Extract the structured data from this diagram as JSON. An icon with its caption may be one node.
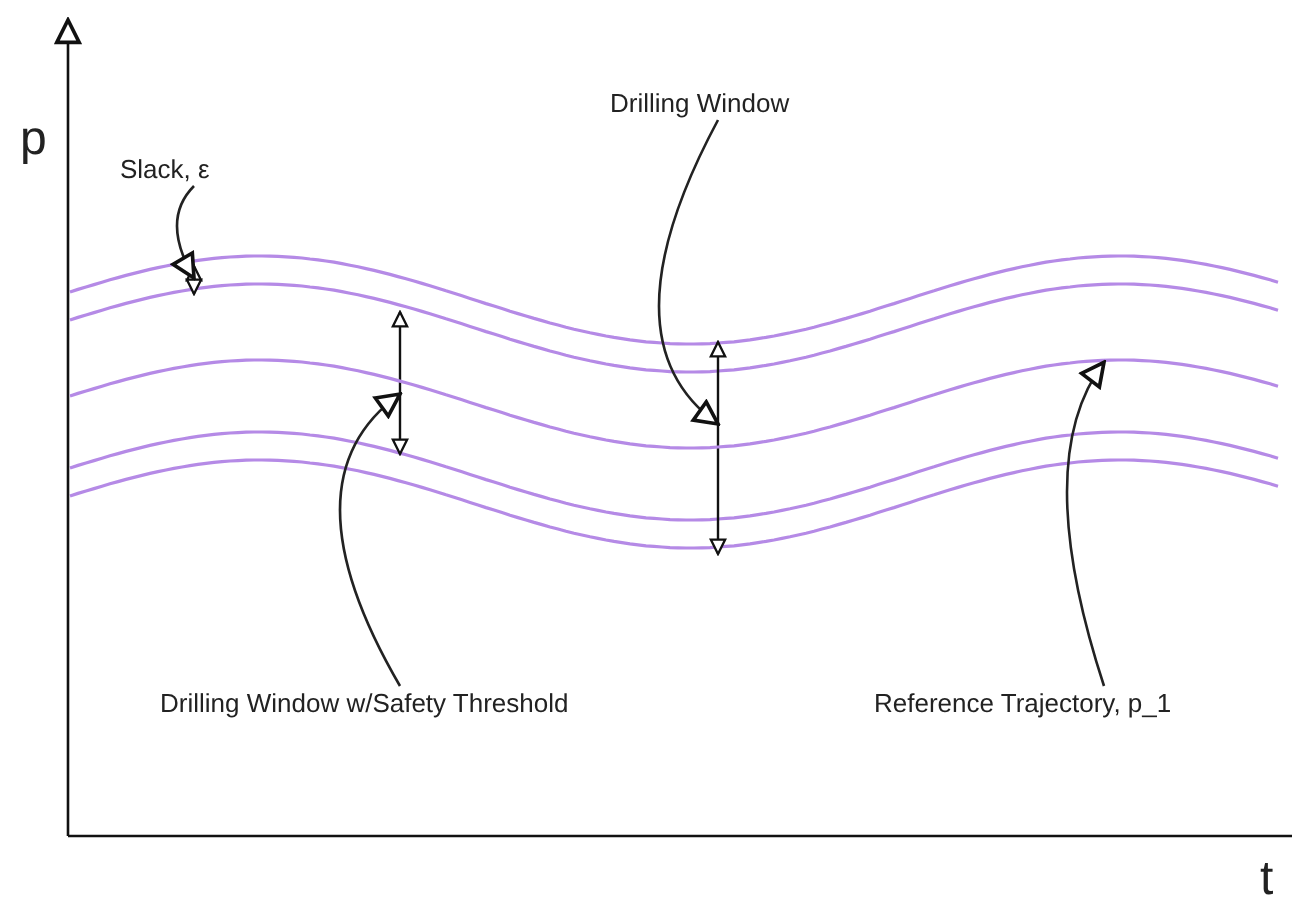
{
  "diagram": {
    "nodes": [
      {
        "text": [
          "Slack, ε"
        ]
      },
      {
        "text": [
          "Drilling Window"
        ]
      },
      {
        "text": [
          "Drilling Window w/Safety Threshold"
        ]
      },
      {
        "text": [
          "Reference Trajectory, p_1"
        ]
      },
      {
        "text": [],
        "shape": "arrow"
      },
      {
        "text": [],
        "shape": "arrow"
      },
      {
        "text": [],
        "shape": "arrow"
      },
      {
        "text": [],
        "shape": "line"
      }
    ],
    "edges": [
      {
        "from": 0,
        "to": 4,
        "arrow": "to"
      },
      {
        "from": 1,
        "to": 6,
        "arrow": "to"
      },
      {
        "from": 2,
        "to": 5,
        "arrow": "to"
      },
      {
        "from": 3,
        "to": 7,
        "arrow": "to"
      }
    ],
    "labels": [
      "p",
      "t"
    ]
  }
}
